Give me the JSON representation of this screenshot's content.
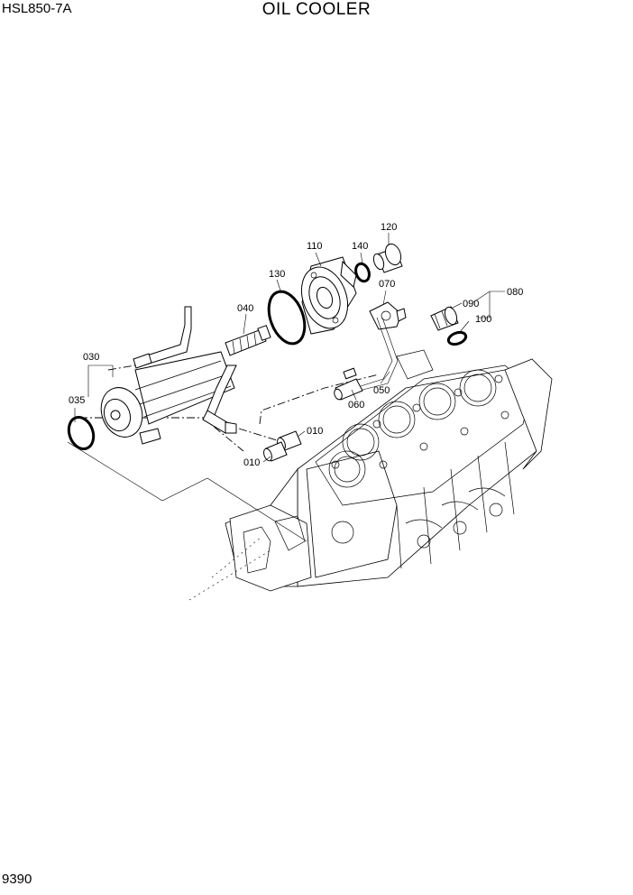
{
  "header": {
    "model": "HSL850-7A",
    "title": "OIL COOLER"
  },
  "footer": {
    "page_number": "9390"
  },
  "callouts": {
    "p010a": "010",
    "p010b": "010",
    "p030": "030",
    "p035": "035",
    "p040": "040",
    "p050": "050",
    "p060": "060",
    "p070": "070",
    "p080": "080",
    "p090": "090",
    "p100": "100",
    "p110": "110",
    "p120": "120",
    "p130": "130",
    "p140": "140"
  }
}
